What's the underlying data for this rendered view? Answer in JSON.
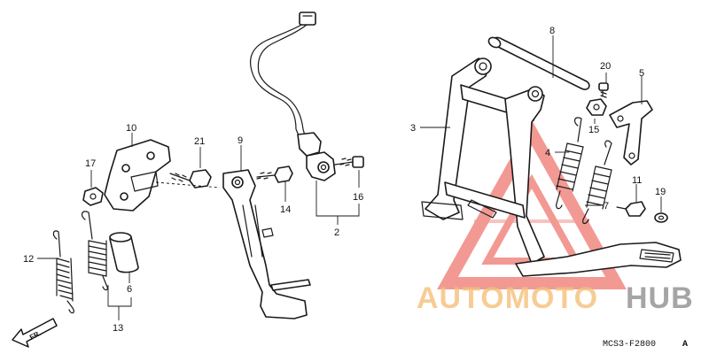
{
  "diagram_code": "MCS3-F2800",
  "diagram_code_suffix": "A",
  "direction_marker": "FR.",
  "watermark": {
    "part_a": "AUTOMOTO",
    "part_b": "HUB",
    "color_a": "#f6c07a",
    "color_b": "#8f8f8f",
    "logo_color": "#e8463c"
  },
  "callouts": [
    {
      "id": "c1",
      "label": "2"
    },
    {
      "id": "c2",
      "label": "3"
    },
    {
      "id": "c3",
      "label": "4"
    },
    {
      "id": "c4",
      "label": "5"
    },
    {
      "id": "c5",
      "label": "6"
    },
    {
      "id": "c6",
      "label": "7"
    },
    {
      "id": "c7",
      "label": "8"
    },
    {
      "id": "c8",
      "label": "9"
    },
    {
      "id": "c9",
      "label": "10"
    },
    {
      "id": "c10",
      "label": "11"
    },
    {
      "id": "c11",
      "label": "12"
    },
    {
      "id": "c12",
      "label": "13"
    },
    {
      "id": "c13",
      "label": "14"
    },
    {
      "id": "c14",
      "label": "15"
    },
    {
      "id": "c15",
      "label": "16"
    },
    {
      "id": "c16",
      "label": "17"
    },
    {
      "id": "c17",
      "label": "19"
    },
    {
      "id": "c18",
      "label": "20"
    },
    {
      "id": "c19",
      "label": "21"
    }
  ]
}
